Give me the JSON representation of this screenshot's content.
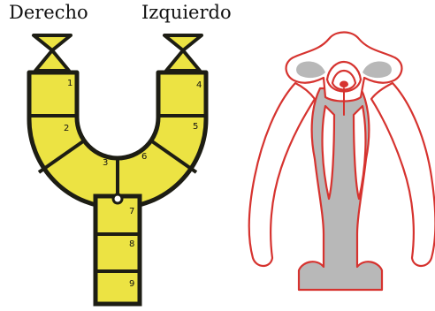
{
  "labels": {
    "right": "Derecho",
    "left": "Izquierdo"
  },
  "segments": [
    "1",
    "2",
    "3",
    "4",
    "5",
    "6",
    "7",
    "8",
    "9"
  ],
  "colors": {
    "fill": "#ece343",
    "outline": "#1d1d14",
    "embryo_fill": "#b8b8b8",
    "embryo_outline": "#d6332f"
  }
}
